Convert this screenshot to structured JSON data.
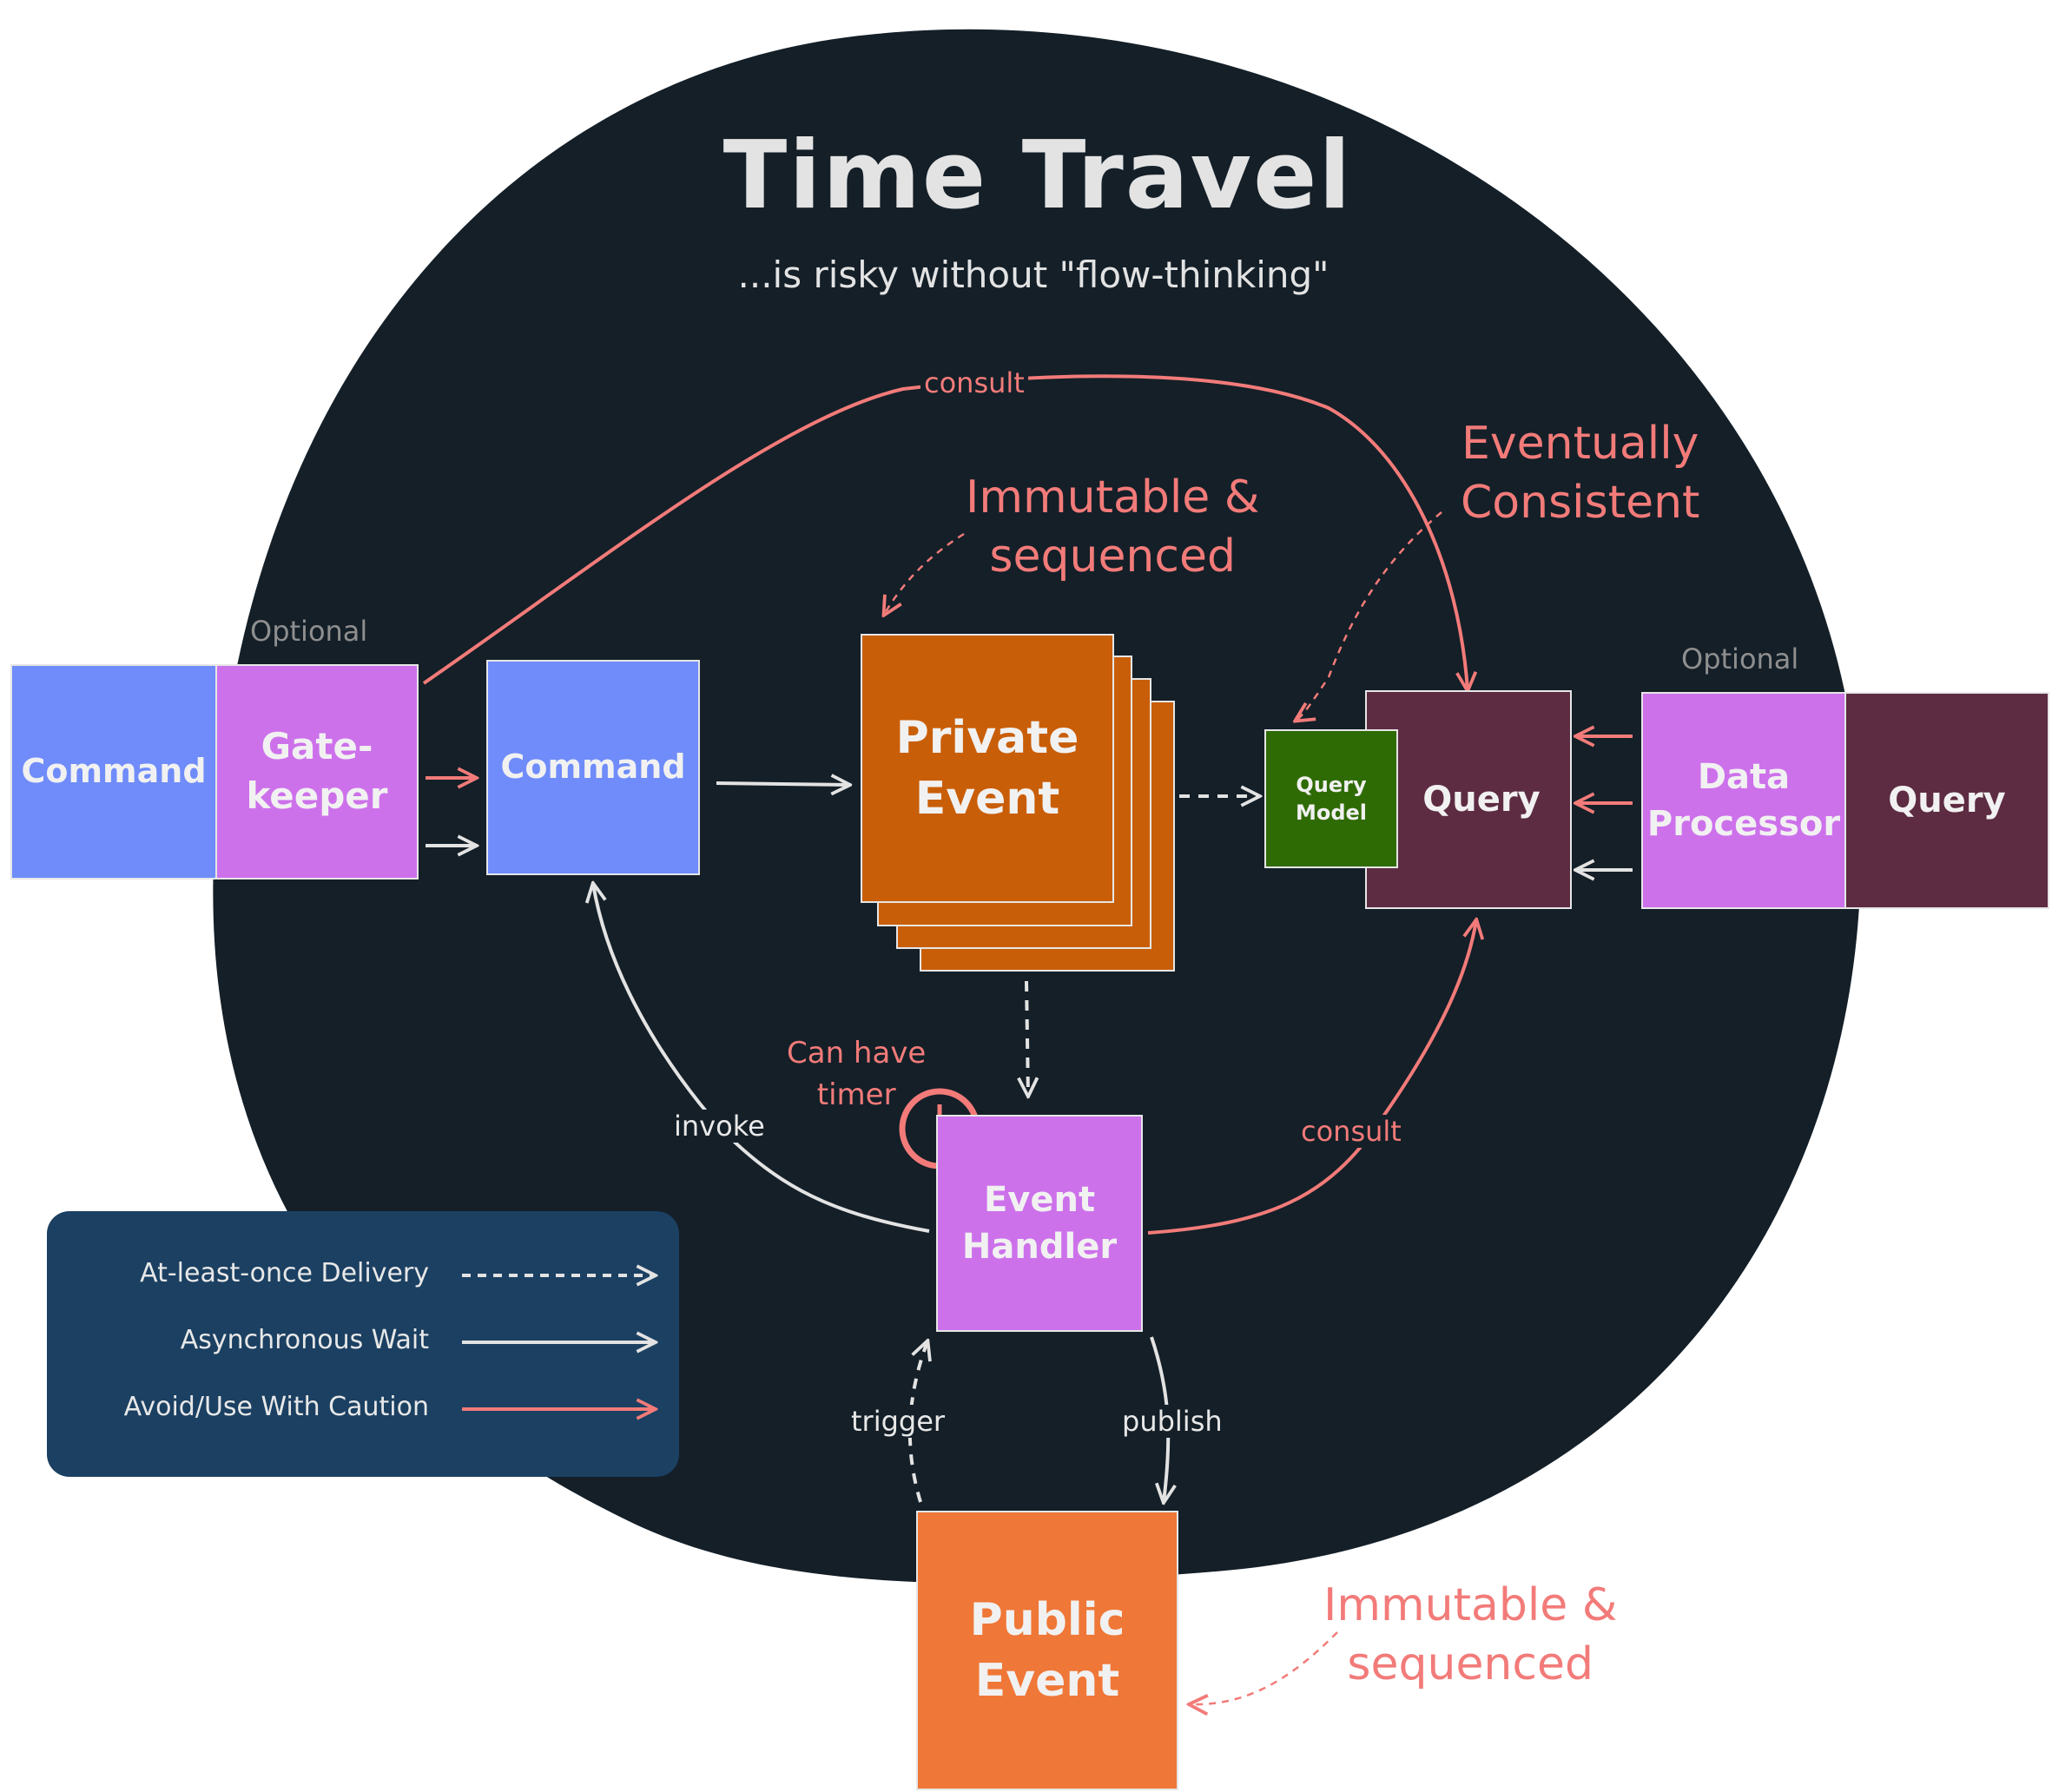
{
  "title": "Time Travel",
  "subtitle": "...is risky without \"flow-thinking\"",
  "colors": {
    "background_circle": "#141f28",
    "command": "#6f8cfa",
    "gatekeeper": "#cd71eb",
    "private_event": "#c95e08",
    "public_event": "#ef7737",
    "query": "#5d2c42",
    "query_model": "#2f6b05",
    "event_handler": "#cd71eb",
    "data_processor": "#cd71eb",
    "caution_arrow": "#f27b79",
    "normal_arrow": "#e3e3e3",
    "legend_bg": "#1b4062",
    "timer": "#f27b79"
  },
  "nodes": {
    "command_left": "Command",
    "gatekeeper": "Gate-\nkeeper",
    "command_center": "Command",
    "private_event": "Private\nEvent",
    "query_model": "Query\nModel",
    "query_center": "Query",
    "data_processor": "Data\nProcessor",
    "query_right": "Query",
    "event_handler": "Event\nHandler",
    "public_event": "Public\nEvent"
  },
  "labels": {
    "optional_left": "Optional",
    "optional_right": "Optional",
    "consult_top": "consult",
    "consult_bottom": "consult",
    "invoke": "invoke",
    "trigger": "trigger",
    "publish": "publish",
    "can_have_timer": "Can have\ntimer",
    "immutable_private": "Immutable &\nsequenced",
    "immutable_public": "Immutable &\nsequenced",
    "eventually_consistent": "Eventually\nConsistent"
  },
  "icons": {
    "timer": "clock-icon"
  },
  "legend": {
    "items": [
      {
        "label": "At-least-once Delivery",
        "style": "dashed"
      },
      {
        "label": "Asynchronous Wait",
        "style": "solid"
      },
      {
        "label": "Avoid/Use With Caution",
        "style": "caution"
      }
    ]
  }
}
